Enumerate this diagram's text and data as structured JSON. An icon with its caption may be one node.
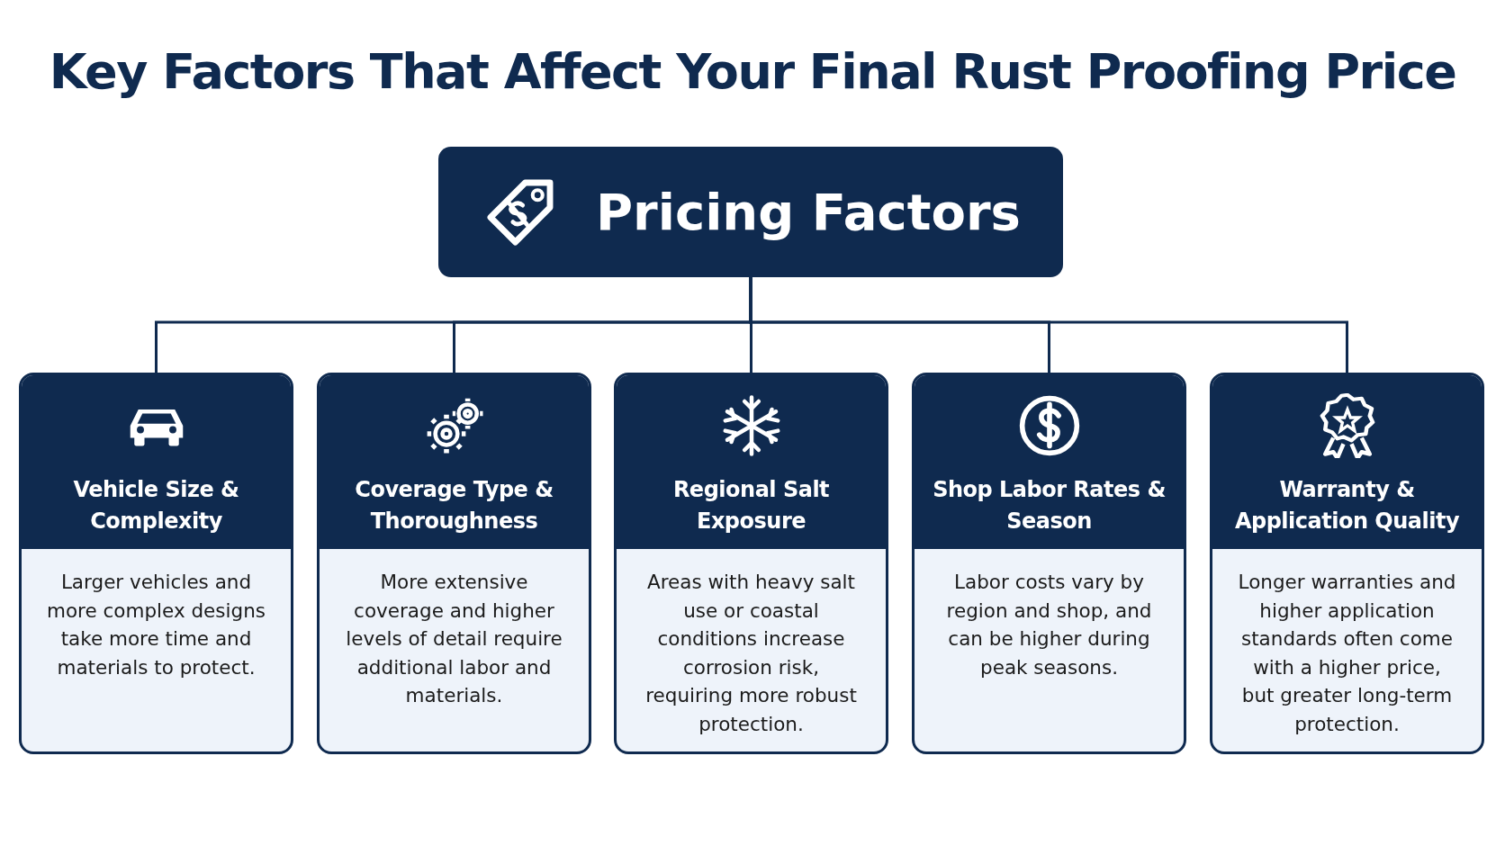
{
  "diagram": {
    "title": "Key Factors That Affect Your Final Rust Proofing Price",
    "nodes": [
      {
        "text": [
          "Pricing Factors"
        ]
      },
      {
        "text": [
          "Vehicle Size & Complexity",
          "Larger vehicles and more complex designs take more time and materials to protect."
        ]
      },
      {
        "text": [
          "Coverage Type & Thoroughness",
          "More extensive coverage and higher levels of detail require additional labor and materials."
        ]
      },
      {
        "text": [
          "Regional Salt Exposure",
          "Areas with heavy salt use or coastal conditions increase corrosion risk, requiring more robust protection."
        ]
      },
      {
        "text": [
          "Shop Labor Rates & Season",
          "Labor costs vary by region and shop, and can be higher during peak seasons."
        ]
      },
      {
        "text": [
          "Warranty & Application Quality",
          "Longer warranties and higher application standards often come with a higher price, but greater long-term protection."
        ]
      }
    ],
    "edges": [
      {
        "from": 0,
        "to": 1,
        "arrow": "none"
      },
      {
        "from": 0,
        "to": 2,
        "arrow": "none"
      },
      {
        "from": 0,
        "to": 3,
        "arrow": "none"
      },
      {
        "from": 0,
        "to": 4,
        "arrow": "none"
      },
      {
        "from": 0,
        "to": 5,
        "arrow": "none"
      }
    ]
  }
}
